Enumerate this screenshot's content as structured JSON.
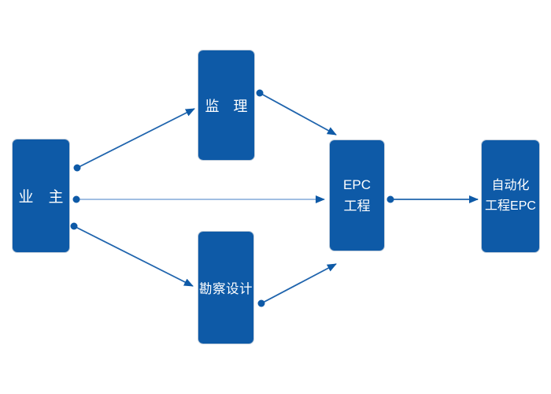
{
  "diagram": {
    "type": "flow-diagram",
    "background_color": "#FFFFFF",
    "colors": {
      "node_fill": "#0E5AA7",
      "node_text": "#FFFFFF",
      "arrow_dark": "#1F64AD",
      "arrow_light": "#82A9D9"
    },
    "nodes": [
      {
        "id": "owner",
        "label": "业　主"
      },
      {
        "id": "supervision",
        "label": "监　理"
      },
      {
        "id": "survey-design",
        "label": "勘察设计"
      },
      {
        "id": "epc",
        "line1": "EPC",
        "line2": "工程"
      },
      {
        "id": "automation-epc",
        "line1": "自动化",
        "line2": "工程EPC"
      }
    ],
    "edges": [
      {
        "from": "owner",
        "to": "supervision"
      },
      {
        "from": "owner",
        "to": "epc"
      },
      {
        "from": "owner",
        "to": "survey-design"
      },
      {
        "from": "supervision",
        "to": "epc"
      },
      {
        "from": "survey-design",
        "to": "epc"
      },
      {
        "from": "epc",
        "to": "automation-epc"
      }
    ]
  }
}
